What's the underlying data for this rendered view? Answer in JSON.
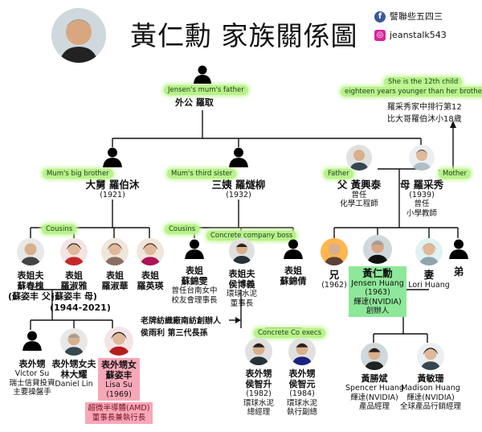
{
  "header": {
    "title": "黃仁勳 家族關係圖",
    "facebook": "譬聯些五四三",
    "instagram": "jeanstalk543"
  },
  "tags": {
    "grandfather": "Jensen's mum's father",
    "big_brother": "Mum's big brother",
    "third_sister": "Mum's third sister",
    "cousins_left": "Cousins",
    "cousins_mid": "Cousins",
    "boss": "Concrete company boss",
    "concrete_execs": "Concrete Co execs",
    "father": "Father",
    "mother": "Mother",
    "twelfth_a": "She is the 12th child",
    "twelfth_b": "eighteen years younger than her brother"
  },
  "people": {
    "grandfather": {
      "name": "外公 羅取"
    },
    "uncle": {
      "name": "大舅 羅伯沐",
      "year": "(1921)"
    },
    "aunt": {
      "name": "三姨 羅燧柳",
      "year": "(1932)"
    },
    "father": {
      "name": "父 黃興泰",
      "role1": "曾任",
      "role2": "化學工程師"
    },
    "mother": {
      "name": "母 羅采秀",
      "year": "(1939)",
      "role1": "曾任",
      "role2": "小學教師"
    },
    "c1": {
      "name": "表姐夫",
      "name2": "蘇春槐",
      "note": "(蘇姿丰 父)"
    },
    "c2": {
      "name": "表姐",
      "name2": "羅淑雅",
      "note": "(蘇姿丰 母)",
      "year": "(1944-2021)"
    },
    "c3": {
      "name": "表姐",
      "name2": "羅淑華"
    },
    "c4": {
      "name": "表姐",
      "name2": "羅英瑛"
    },
    "c5": {
      "name": "表姐",
      "name2": "蘇錦雯",
      "role1": "曾任台南女中",
      "role2": "校友會理事長"
    },
    "c6": {
      "name": "表姐夫",
      "name2": "侯博義",
      "role1": "環球水泥",
      "role2": "董事長"
    },
    "c7": {
      "name": "表姐",
      "name2": "蘇錦倩"
    },
    "brother": {
      "name": "兄",
      "year": "(1962)"
    },
    "jensen": {
      "name": "黃仁勳",
      "en": "Jensen Huang",
      "year": "(1963)",
      "co": "輝達(NVIDIA)",
      "role": "創辦人"
    },
    "wife": {
      "name": "妻",
      "en": "Lori Huang"
    },
    "younger": {
      "name": "弟"
    },
    "g1": {
      "name": "表外甥",
      "en": "Victor Su",
      "role1": "瑞士信貸投資",
      "role2": "主要操盤手"
    },
    "g2": {
      "name": "表外甥女夫",
      "name2": "林大耀",
      "en": "Daniel Lin"
    },
    "lisa": {
      "name": "表外甥女",
      "name2": "蘇姿丰",
      "en": "Lisa Su",
      "year": "(1969)",
      "role1": "超微半導體(AMD)",
      "role2": "董事長兼執行長"
    },
    "n1": {
      "name": "表外甥",
      "name2": "侯智升",
      "year": "(1982)",
      "role1": "環球水泥",
      "role2": "總經理"
    },
    "n2": {
      "name": "表外甥",
      "name2": "侯智元",
      "year": "(1984)",
      "role1": "環球水泥",
      "role2": "執行副總"
    },
    "spencer": {
      "name": "黃勝斌",
      "en": "Spencer Huang",
      "role1": "輝達(NVIDIA)",
      "role2": "產品經理"
    },
    "madison": {
      "name": "黃敏珊",
      "en": "Madison Huang",
      "role1": "輝達(NVIDIA)",
      "role2": "全球產品行銷經理"
    }
  },
  "notes": {
    "twelfth_zh1": "羅采秀家中排行第12",
    "twelfth_zh2": "比大哥羅伯沐小18歲",
    "heritage1": "老牌紡織廠南紡創辦人",
    "heritage2": "侯雨利 第三代長孫"
  },
  "colors": {
    "highlight_green": "#8ee89a",
    "glow_green": "#b8f28a",
    "lisa_pink": "#f7a8b8",
    "line": "#111111"
  }
}
